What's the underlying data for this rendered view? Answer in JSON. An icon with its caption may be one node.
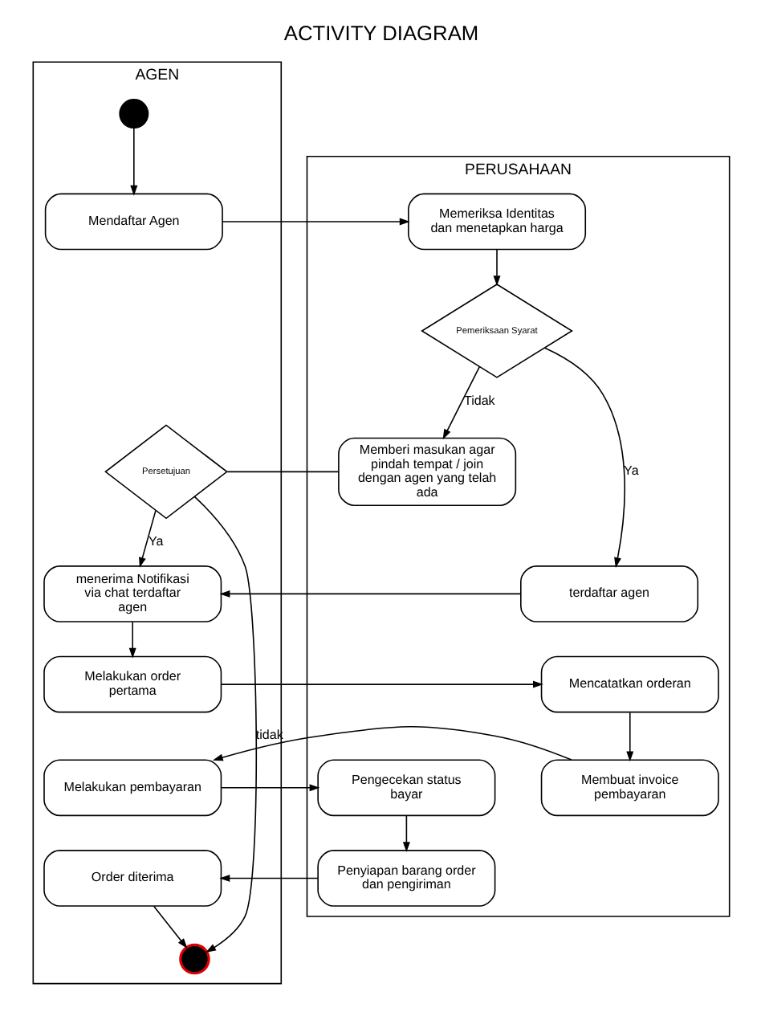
{
  "diagram": {
    "title": "ACTIVITY DIAGRAM",
    "nodes": [
      {
        "text": [
          "AGEN"
        ]
      },
      {
        "text": [
          "PERUSAHAAN"
        ]
      },
      {
        "text": [],
        "shape": "circle",
        "in": 0
      },
      {
        "text": [
          "Mendaftar Agen"
        ],
        "in": 0
      },
      {
        "text": [
          "Memeriksa Identitas dan menetapkan harga"
        ],
        "in": 1
      },
      {
        "text": [
          "Persetujuan"
        ],
        "in": 0
      },
      {
        "text": [
          "Memberi masukan agar pindah tempat / join dengan agen yang telah ada"
        ],
        "in": 1
      },
      {
        "text": [
          "Pemeriksaan Syarat"
        ],
        "in": 1
      },
      {
        "text": [
          "menerima Notifikasi via chat terdaftar agen"
        ],
        "in": 0
      },
      {
        "text": [
          "terdaftar agen"
        ],
        "in": 1
      },
      {
        "text": [
          "Melakukan order pertama"
        ],
        "in": 0
      },
      {
        "text": [
          "Mencatatkan orderan"
        ],
        "in": 1
      },
      {
        "text": [
          "Melakukan pembayaran"
        ],
        "in": 0
      },
      {
        "text": [
          "Membuat invoice pembayaran"
        ],
        "in": 1
      },
      {
        "text": [
          "Pengecekan status bayar"
        ],
        "in": 1
      },
      {
        "text": [
          "Order diterima"
        ],
        "in": 0
      },
      {
        "text": [
          "Penyiapan barang order dan pengiriman"
        ],
        "in": 1
      },
      {
        "text": [],
        "shape": "circle",
        "in": 0
      }
    ],
    "edges": [
      {
        "from": 2,
        "to": 3,
        "arrow": "to"
      },
      {
        "from": 3,
        "to": 4,
        "arrow": "to"
      },
      {
        "from": 4,
        "to": 7,
        "arrow": "to"
      },
      {
        "from": 7,
        "to": 6,
        "arrow": "to",
        "label": "Tidak"
      },
      {
        "from": 6,
        "to": 5,
        "arrow": "none"
      },
      {
        "from": 5,
        "to": 8,
        "arrow": "to",
        "label": "Ya"
      },
      {
        "from": 5,
        "to": 17,
        "arrow": "to",
        "label": "tidak"
      },
      {
        "from": 7,
        "to": 9,
        "arrow": "to",
        "label": "Ya"
      },
      {
        "from": 9,
        "to": 8,
        "arrow": "to"
      },
      {
        "from": 8,
        "to": 10,
        "arrow": "to"
      },
      {
        "from": 10,
        "to": 11,
        "arrow": "to"
      },
      {
        "from": 11,
        "to": 13,
        "arrow": "to"
      },
      {
        "from": 13,
        "to": 12,
        "arrow": "to"
      },
      {
        "from": 12,
        "to": 14,
        "arrow": "to"
      },
      {
        "from": 14,
        "to": 16,
        "arrow": "to"
      },
      {
        "from": 16,
        "to": 15,
        "arrow": "to"
      },
      {
        "from": 15,
        "to": 17,
        "arrow": "to"
      }
    ]
  }
}
